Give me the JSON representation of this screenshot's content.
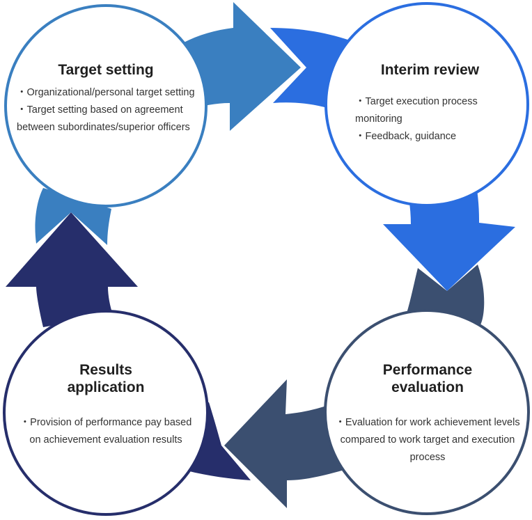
{
  "colors": {
    "top_left": "#3a7fc0",
    "top_right": "#2b6ee0",
    "bottom_right": "#3b4f70",
    "bottom_left": "#262e6b"
  },
  "nodes": {
    "target_setting": {
      "title": "Target setting",
      "bullets": [
        "・Organizational/personal target setting",
        "・Target setting based on agreement between subordinates/superior officers"
      ]
    },
    "interim_review": {
      "title": "Interim review",
      "bullets": [
        "・Target execution process monitoring",
        "・Feedback, guidance"
      ]
    },
    "performance_evaluation": {
      "title": "Performance evaluation",
      "bullets": [
        "・Evaluation for work achievement levels compared to work target and execution process"
      ]
    },
    "results_application": {
      "title": "Results application",
      "bullets": [
        "・Provision of performance pay based on achievement evaluation results"
      ]
    }
  }
}
